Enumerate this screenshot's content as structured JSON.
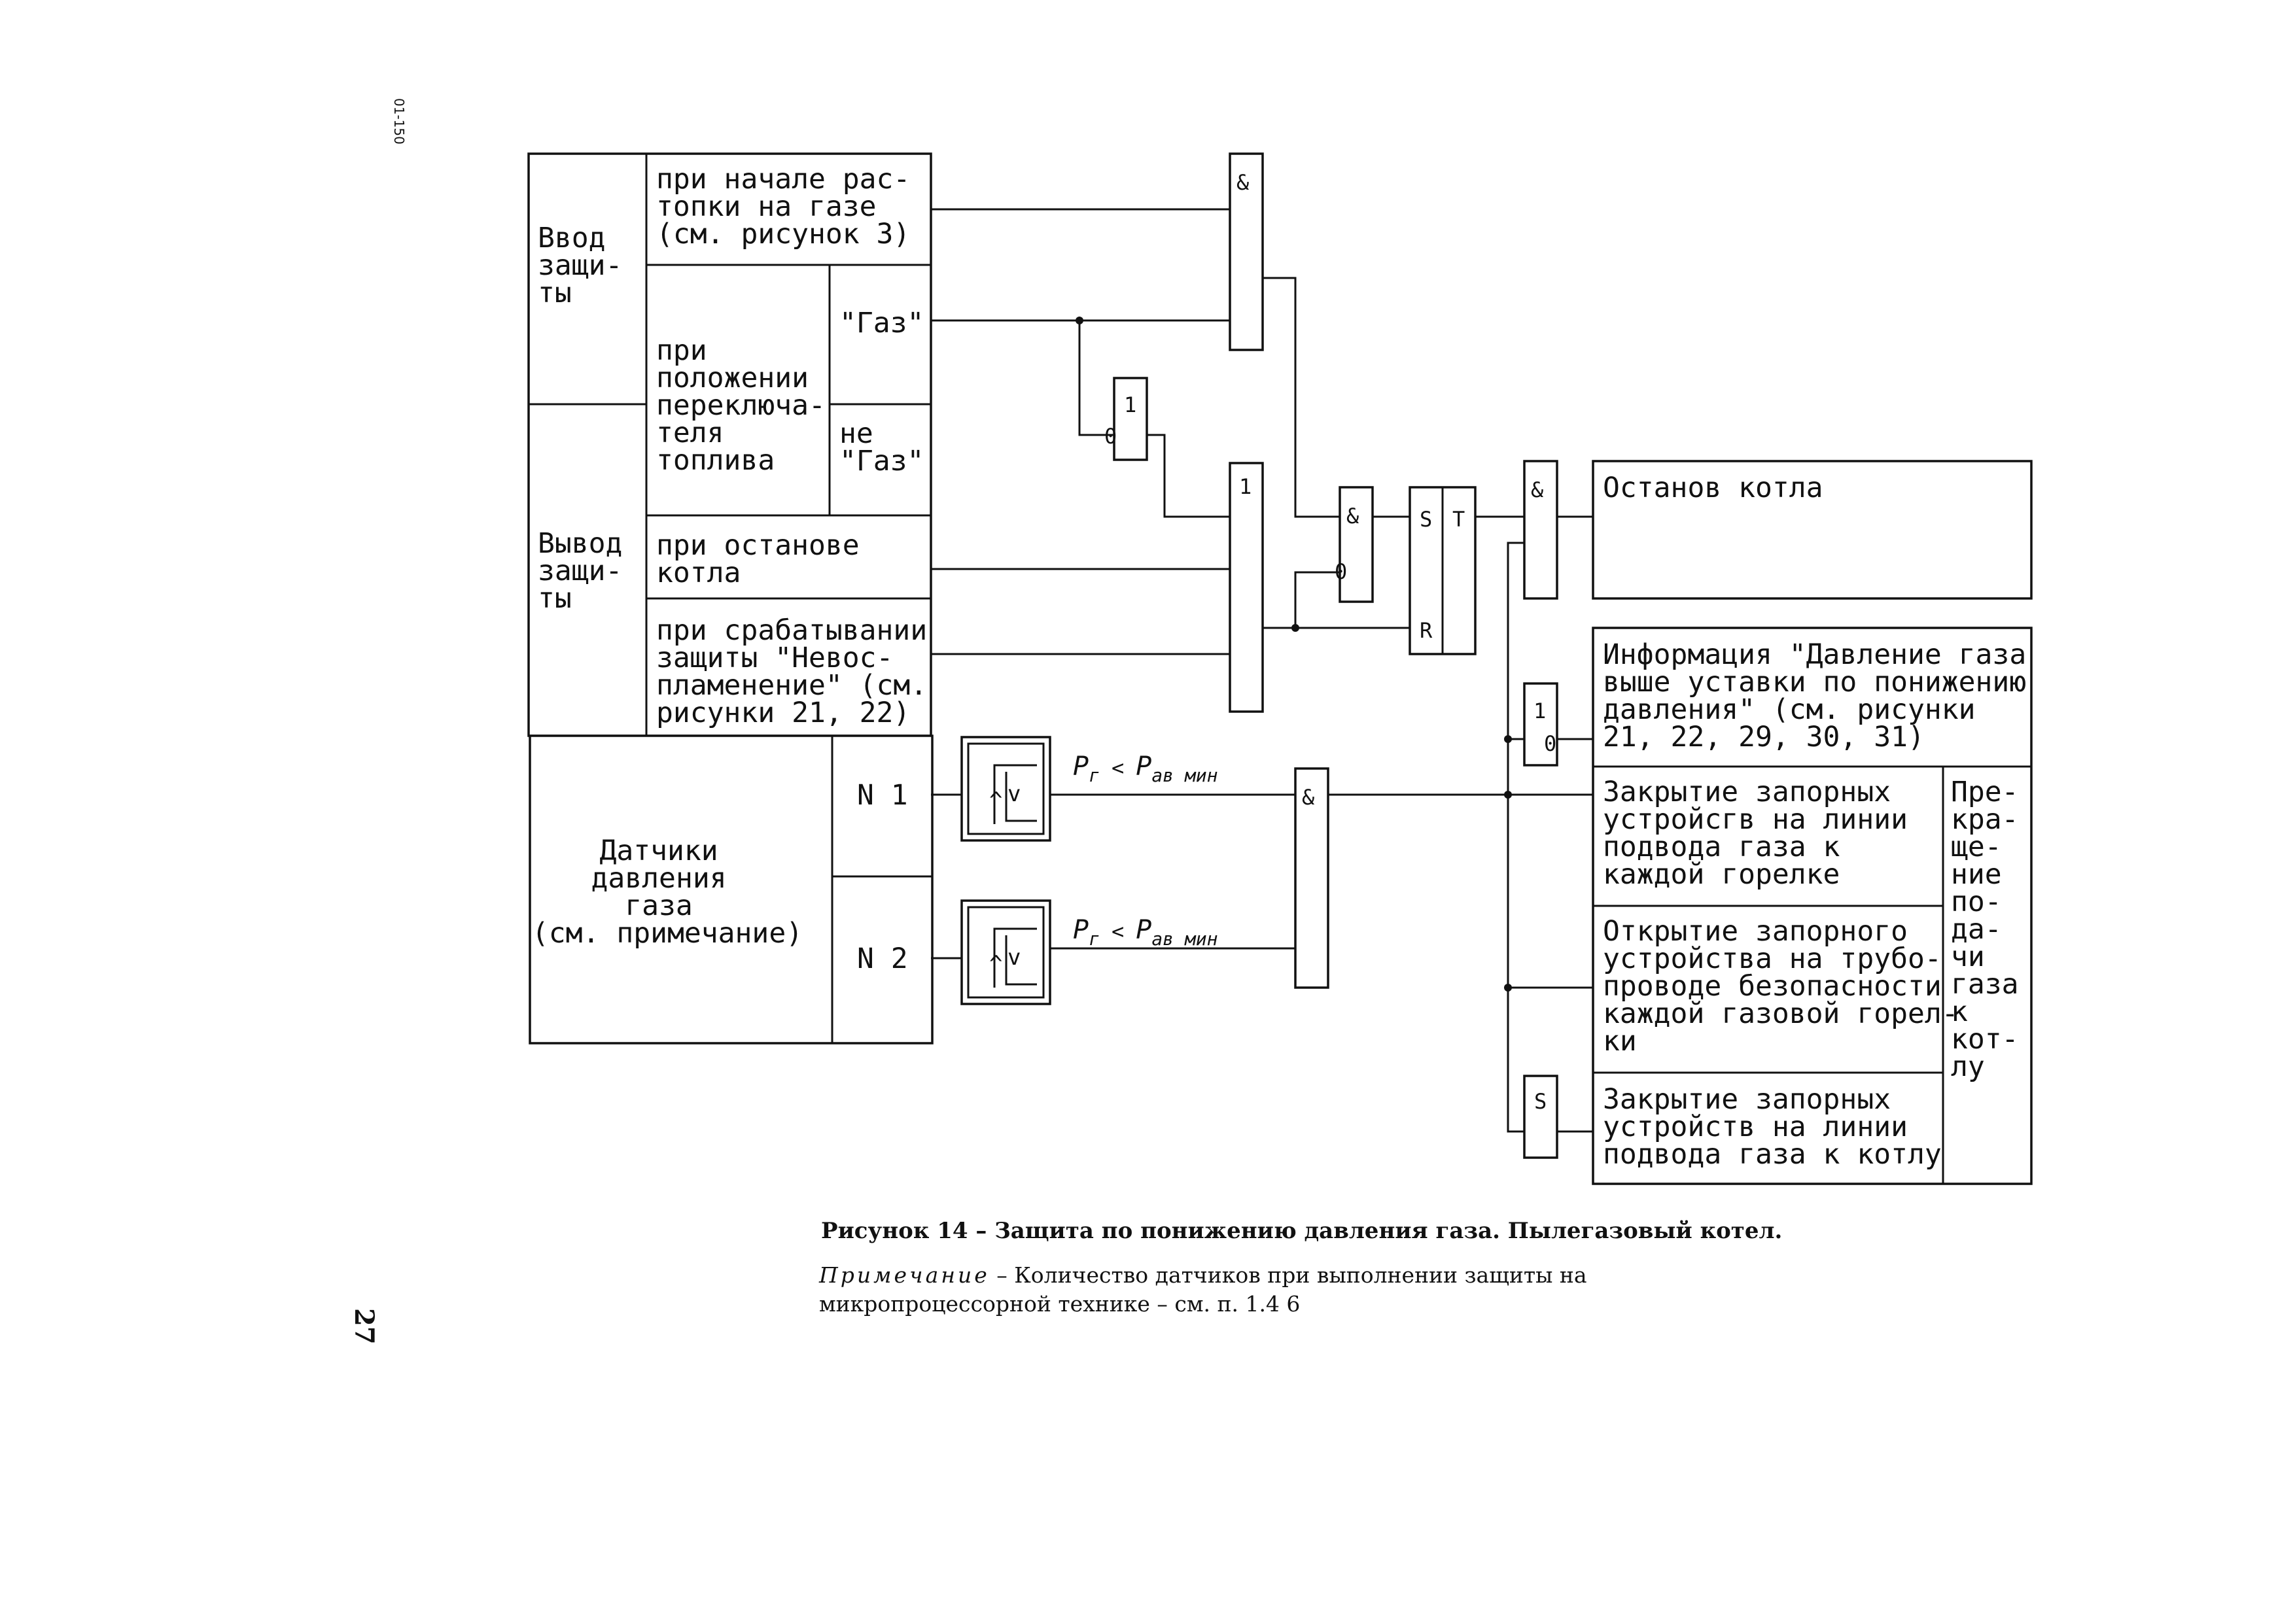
{
  "page": {
    "number": "27",
    "stamp": "01-150"
  },
  "inputs": {
    "vvod": [
      "Ввод",
      "защи-",
      "ты"
    ],
    "vyvod": [
      "Вывод",
      "защи-",
      "ты"
    ],
    "start_gas": [
      "при начале рас-",
      "топки на газе",
      "(см. рисунок 3)"
    ],
    "switch_pos": [
      "при",
      "положении",
      "переключа-",
      "теля",
      "топлива"
    ],
    "gas": "\"Газ\"",
    "not_gas": [
      "не",
      "\"Газ\""
    ],
    "stop_boiler": [
      "при останове",
      "котла"
    ],
    "flameout": [
      "при срабатывании",
      "защиты \"Невос-",
      "пламенение\" (см.",
      "рисунки 21, 22)"
    ],
    "sensors": [
      "Датчики",
      "давления",
      "газа",
      "(см. примечание)"
    ],
    "n1": "N 1",
    "n2": "N 2"
  },
  "logic": {
    "and": "&",
    "or": "1",
    "not_out": "0",
    "set": "S",
    "reset": "R",
    "trigger": "T",
    "condition": {
      "p": "P",
      "p_sub": "г",
      "op": "<",
      "ref": "P",
      "ref_sub": "ав мин"
    }
  },
  "outputs": {
    "stop_boiler": "Останов котла",
    "info": [
      "Информация \"Давление газа",
      "выше уставки по понижению",
      "давления\" (см. рисунки",
      "21, 22, 29, 30, 31)"
    ],
    "close_burners": [
      "Закрытие запорных",
      "устройсгв на линии",
      "подвода газа к",
      "каждой горелке"
    ],
    "open_safety": [
      "Открытие запорного",
      "устройства на трубо-",
      "проводе безопасности",
      "каждой газовой горел-",
      "ки"
    ],
    "close_line": [
      "Закрытие запорных",
      "устройств на линии",
      "подвода газа к котлу"
    ],
    "stop_supply": [
      "Пре-",
      "кра-",
      "ще-",
      "ние",
      "по-",
      "да-",
      "чи",
      "газа",
      "к",
      "кот-",
      "лу"
    ]
  },
  "caption": "Рисунок 14 – Защита по понижению давления газа. Пылегазовый котел.",
  "note": {
    "label": "Примечание",
    "text": " – Количество датчиков при выполнении защиты на микропроцессорной технике – см. п. 1.4 6"
  }
}
